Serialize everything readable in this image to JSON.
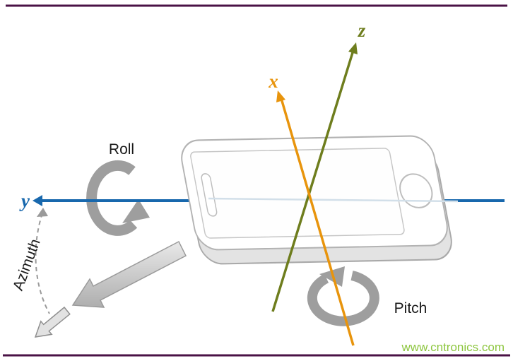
{
  "frame": {
    "border_color": "#4a1245"
  },
  "axes": {
    "x": {
      "label": "x",
      "color": "#e8940c"
    },
    "y": {
      "label": "y",
      "color": "#1868ad"
    },
    "z": {
      "label": "z",
      "color": "#6e7d1d"
    }
  },
  "rotations": {
    "roll_label": "Roll",
    "pitch_label": "Pitch",
    "azimuth_label": "Azimuth",
    "arrow_color": "#9e9e9e"
  },
  "watermark": {
    "text": "www.cntronics.com",
    "color": "#8dc63f"
  }
}
